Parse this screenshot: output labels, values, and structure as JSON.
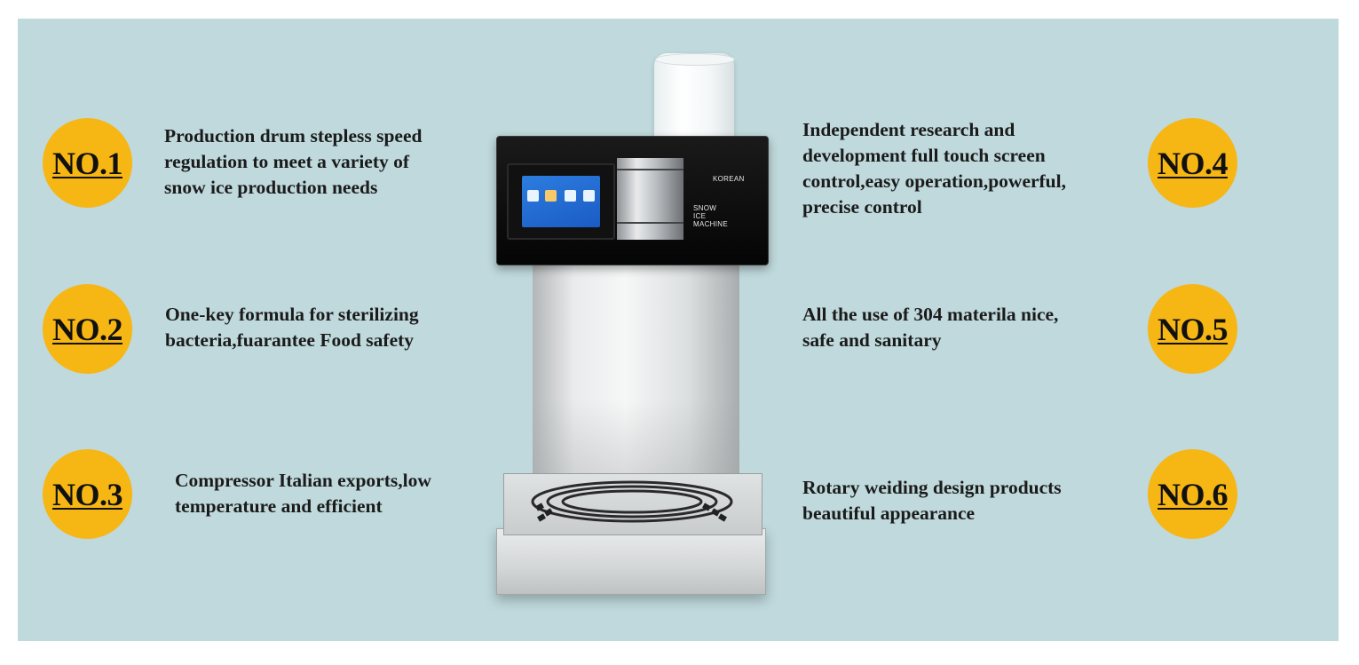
{
  "badges": [
    "NO.1",
    "NO.2",
    "NO.3",
    "NO.4",
    "NO.5",
    "NO.6"
  ],
  "features": [
    "Production drum stepless speed\nregulation to meet a variety of\nsnow ice production needs",
    "One-key formula for sterilizing\nbacteria,fuarantee Food safety",
    "Compressor Italian exports,low\ntemperature and efficient",
    "Independent research and\ndevelopment full touch screen\ncontrol,easy operation,powerful,\nprecise control",
    "All the use of 304 materila nice,\nsafe and sanitary",
    "Rotary weiding design products\nbeautiful appearance"
  ],
  "machine": {
    "brand_line1": "KOREAN",
    "brand_line2": "SNOW ICE MACHINE"
  },
  "colors": {
    "panel": "#bfd9dc",
    "badge": "#f6b614",
    "text": "#1b1b1b"
  }
}
